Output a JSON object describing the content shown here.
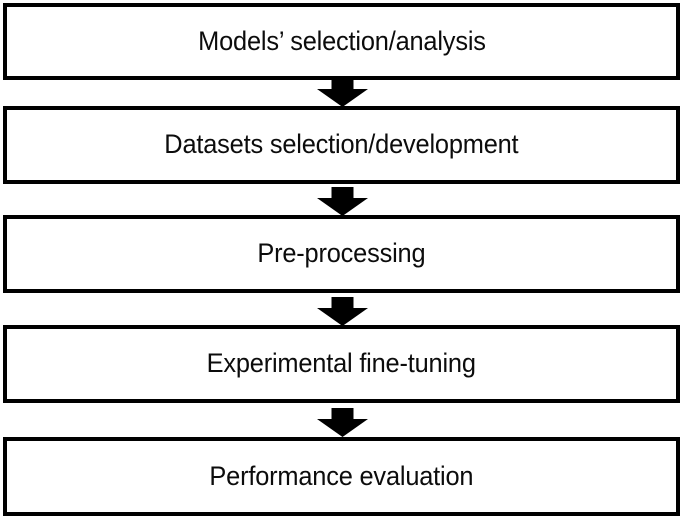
{
  "diagram": {
    "type": "vertical-flowchart",
    "title": "",
    "background_color": "#ffffff",
    "box_fill_color": "#ffffff",
    "box_border_color": "#000000",
    "text_color": "#0c0c0c",
    "arrow_color": "#000000",
    "connector_icon": "down-block-arrow-icon",
    "steps": [
      {
        "id": "models-selection-analysis",
        "label": "Models’ selection/analysis",
        "order": 1
      },
      {
        "id": "datasets-selection-development",
        "label": "Datasets selection/development",
        "order": 2
      },
      {
        "id": "pre-processing",
        "label": "Pre-processing",
        "order": 3
      },
      {
        "id": "experimental-fine-tuning",
        "label": "Experimental fine-tuning",
        "order": 4
      },
      {
        "id": "performance-evaluation",
        "label": "Performance evaluation",
        "order": 5
      }
    ],
    "connectors": [
      {
        "id": "arrow-1",
        "from": "models-selection-analysis",
        "to": "datasets-selection-development",
        "direction": "down"
      },
      {
        "id": "arrow-2",
        "from": "datasets-selection-development",
        "to": "pre-processing",
        "direction": "down"
      },
      {
        "id": "arrow-3",
        "from": "pre-processing",
        "to": "experimental-fine-tuning",
        "direction": "down"
      },
      {
        "id": "arrow-4",
        "from": "experimental-fine-tuning",
        "to": "performance-evaluation",
        "direction": "down"
      }
    ]
  }
}
